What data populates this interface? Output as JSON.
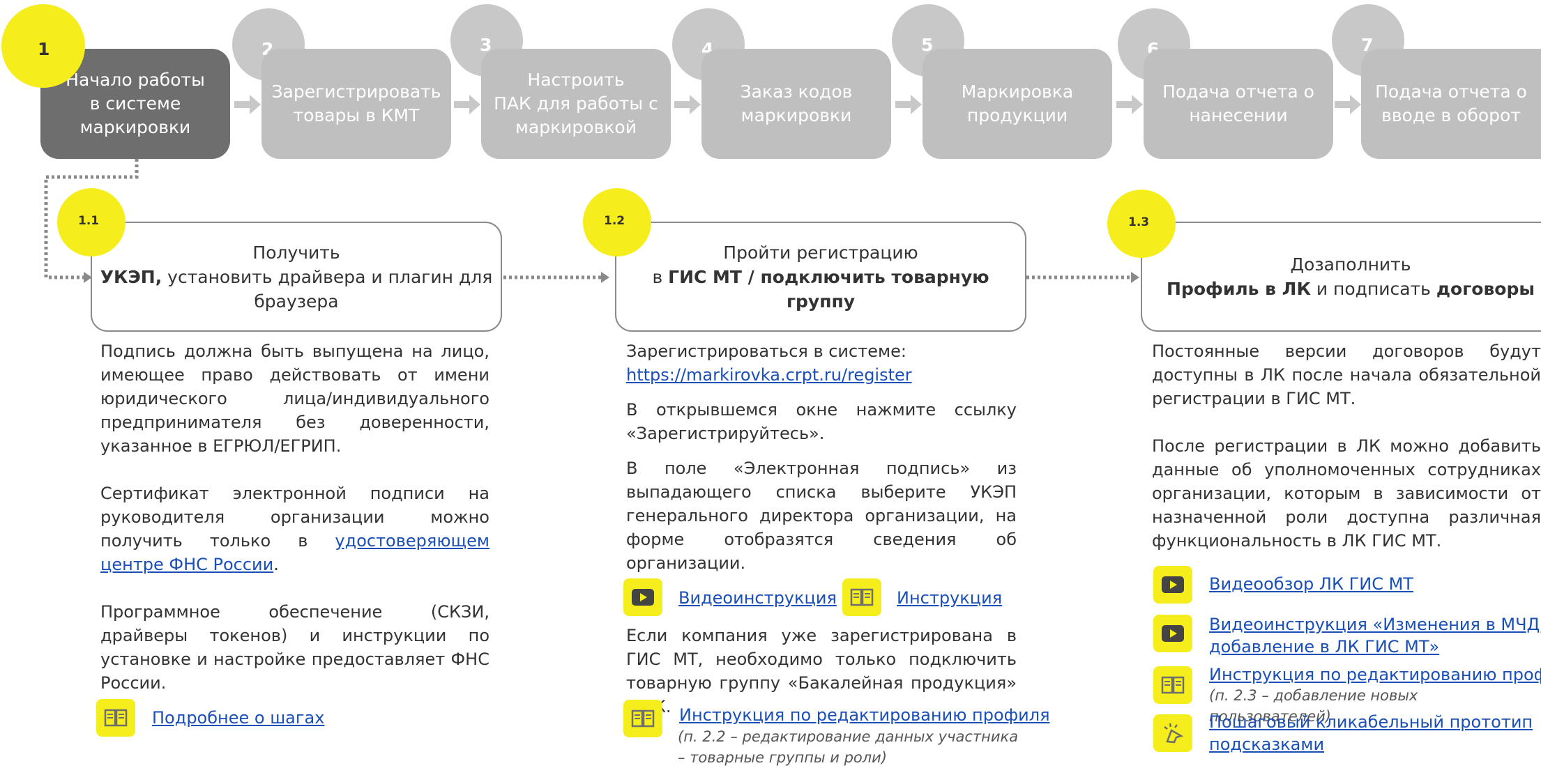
{
  "steps": [
    {
      "number": "1",
      "label_lines": [
        "Начало работы",
        "в системе",
        "маркировки"
      ]
    },
    {
      "number": "2",
      "label_lines": [
        "Зарегистрировать",
        "товары в КМТ"
      ]
    },
    {
      "number": "3",
      "label_lines": [
        "Настроить",
        "ПАК для работы с",
        "маркировкой"
      ]
    },
    {
      "number": "4",
      "label_lines": [
        "Заказ кодов",
        "маркировки"
      ]
    },
    {
      "number": "5",
      "label_lines": [
        "Маркировка",
        "продукции"
      ]
    },
    {
      "number": "6",
      "label_lines": [
        "Подача отчета о",
        "нанесении"
      ]
    },
    {
      "number": "7",
      "label_lines": [
        "Подача отчета о",
        "вводе в оборот"
      ]
    }
  ],
  "substeps": [
    {
      "number": "1.1",
      "title_line1": "Получить",
      "title_bold": "УКЭП,",
      "title_rest": " установить драйвера и плагин для",
      "title_line3": "браузера",
      "p1": "Подпись должна быть выпущена на лицо, имеющее право действовать от имени юридического лица/индивидуального предпринимателя без доверенности, указанное в ЕГРЮЛ/ЕГРИП.",
      "p2_before": "Сертификат электронной подписи на руководителя организации можно получить только в ",
      "p2_link": "удостоверяющем центре ФНС России",
      "p2_after": ".",
      "p3": "Программное обеспечение (СКЗИ, драйверы токенов) и инструкции по установке и настройке предоставляет ФНС России.",
      "link_more": "Подробнее о шагах"
    },
    {
      "number": "1.2",
      "title_line1": "Пройти регистрацию",
      "title_pre": "в ",
      "title_bold": "ГИС МТ / подключить товарную группу",
      "reg_text": "Зарегистрироваться в системе:",
      "reg_link": "https://markirovka.crpt.ru/register",
      "p2": "В открывшемся окне нажмите ссылку «Зарегистрируйтесь».",
      "p3": "В поле «Электронная подпись» из выпадающего списка выберите УКЭП генерального директора организации, на форме отобразятся сведения об организации.",
      "video_link": "Видеоинструкция",
      "instr_link": "Инструкция",
      "p4": "Если компания уже зарегистрирована в ГИС МТ, необходимо только подключить товарную группу «Бакалейная продукция» в ЛК.",
      "profile_link": "Инструкция по редактированию профиля",
      "profile_note": "(п. 2.2 – редактирование данных участника – товарные группы и роли)"
    },
    {
      "number": "1.3",
      "title_line1": "Дозаполнить",
      "title_bold1": "Профиль в ЛК",
      "title_mid": " и подписать ",
      "title_bold2": "договоры",
      "p1": "Постоянные версии договоров будут доступны в ЛК после начала обязательной регистрации в ГИС МТ.",
      "p2": "После регистрации в ЛК можно добавить данные об уполномоченных сотрудниках организации, которым в зависимости от назначенной роли доступна различная функциональность в ЛК ГИС МТ.",
      "link1": "Видеообзор ЛК ГИС МТ",
      "link2a": "Видеоинструкция «Изменения в МЧД и е",
      "link2b": "добавление в ЛК ГИС МТ»",
      "link3": "Инструкция по редактированию профи",
      "link3_note": "(п. 2.3 – добавление новых пользователей)",
      "link4a": "Пошаговый кликабельный прототип",
      "link4b": "подсказками"
    }
  ],
  "colors": {
    "accent": "#f5ee1c",
    "active_step": "#6e6e6e",
    "inactive_step": "#bfbfbf",
    "link": "#1a4fb8"
  },
  "icons": [
    "play-icon",
    "book-icon",
    "pointer-click-icon"
  ]
}
